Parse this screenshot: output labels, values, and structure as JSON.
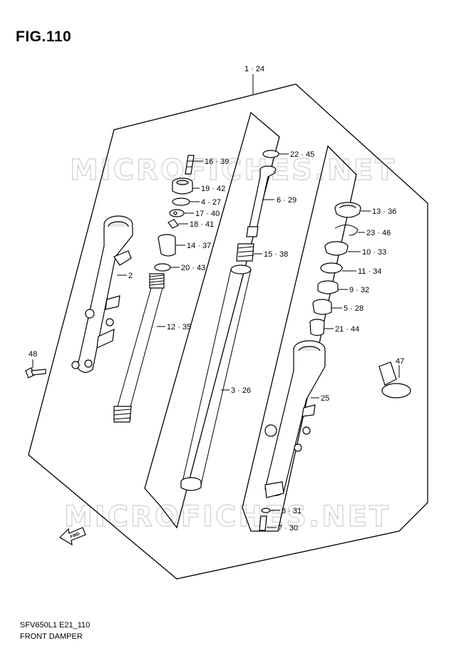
{
  "figure": {
    "title": "FIG.110"
  },
  "watermark": {
    "text": "MICROFICHES.NET",
    "color": "#cfcfcf"
  },
  "footer": {
    "code": "SFV650L1 E21_110",
    "name": "FRONT DAMPER"
  },
  "fwd_arrow": {
    "label": "FWD"
  },
  "callouts": {
    "c1_24": "1 · 24",
    "c16_39": "16 · 39",
    "c19_42": "19 · 42",
    "c4_27": "4 · 27",
    "c17_40": "17 · 40",
    "c18_41": "18 · 41",
    "c14_37": "14 · 37",
    "c20_43": "20 · 43",
    "c2": "2",
    "c12_35": "12 · 35",
    "c48": "48",
    "c22_45": "22 · 45",
    "c6_29": "6 · 29",
    "c15_38": "15 · 38",
    "c3_26": "3 · 26",
    "c13_36": "13 · 36",
    "c23_46": "23 · 46",
    "c10_33": "10 · 33",
    "c11_34": "11 · 34",
    "c9_32": "9 · 32",
    "c5_28": "5 · 28",
    "c21_44": "21 · 44",
    "c47": "47",
    "c25": "25",
    "c8_31": "8 · 31",
    "c7_30": "7 · 30"
  }
}
